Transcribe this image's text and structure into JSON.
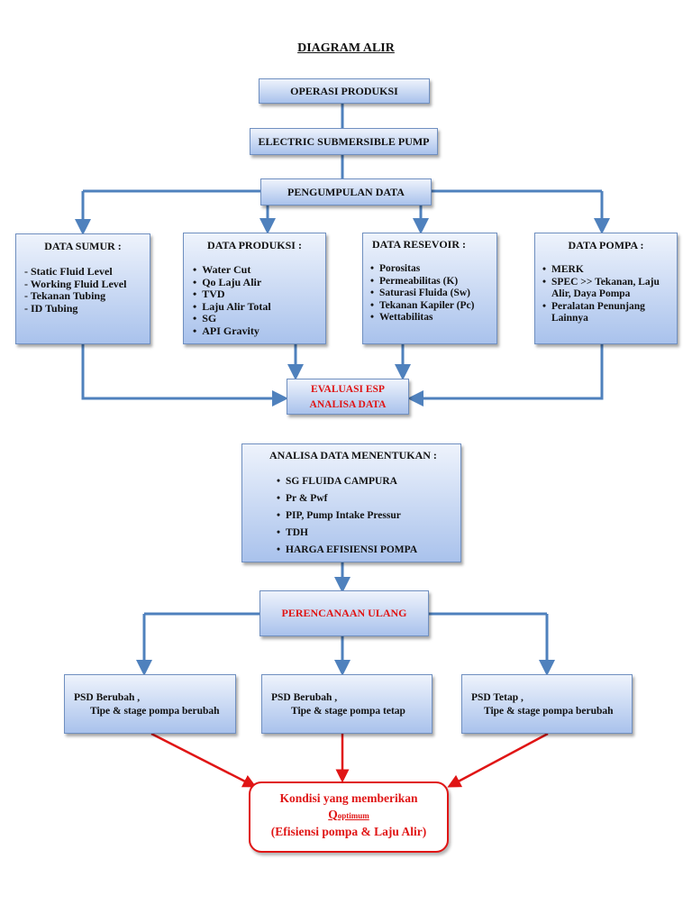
{
  "title": "DIAGRAM ALIR",
  "colors": {
    "connector": "#4f81bd",
    "accent_red": "#e01515"
  },
  "nodes": {
    "operasi": "OPERASI PRODUKSI",
    "esp": "ELECTRIC SUBMERSIBLE  PUMP",
    "pengumpulan": "PENGUMPULAN DATA",
    "data_sumur": {
      "title": "DATA SUMUR :",
      "items": [
        "- Static Fluid Level",
        "- Working Fluid Level",
        "- Tekanan Tubing",
        "- ID Tubing"
      ]
    },
    "data_produksi": {
      "title": "DATA PRODUKSI :",
      "items": [
        "Water Cut",
        "Qo  Laju Alir",
        "TVD",
        "Laju Alir  Total",
        "SG",
        "API Gravity"
      ]
    },
    "data_resevoir": {
      "title": "DATA RESEVOIR :",
      "items": [
        "Porositas",
        "Permeabilitas (K)",
        "Saturasi Fluida (Sw)",
        "Tekanan Kapiler (Pc)",
        "Wettabilitas"
      ]
    },
    "data_pompa": {
      "title": "DATA POMPA :",
      "items": [
        "MERK",
        "SPEC >> Tekanan, Laju Alir, Daya Pompa",
        "Peralatan Penunjang Lainnya"
      ]
    },
    "evaluasi": {
      "line1": "EVALUASI  ESP",
      "line2": "ANALISA DATA"
    },
    "analisa": {
      "title": "ANALISA DATA MENENTUKAN :",
      "items": [
        "SG FLUIDA CAMPURA",
        "Pr & Pwf",
        "PIP, Pump Intake Pressur",
        "TDH",
        "HARGA EFISIENSI POMPA"
      ]
    },
    "perencanaan": "PERENCANAAN ULANG",
    "psd": [
      {
        "line1": "PSD Berubah ,",
        "line2": "Tipe & stage pompa berubah"
      },
      {
        "line1": "PSD Berubah ,",
        "line2": "Tipe & stage pompa tetap"
      },
      {
        "line1": "PSD Tetap ,",
        "line2": "Tipe & stage pompa berubah"
      }
    ],
    "kondisi": {
      "line1": "Kondisi yang memberikan",
      "q": "Q",
      "q_sub": "optimum",
      "line3": "(Efisiensi pompa & Laju Alir)"
    }
  }
}
